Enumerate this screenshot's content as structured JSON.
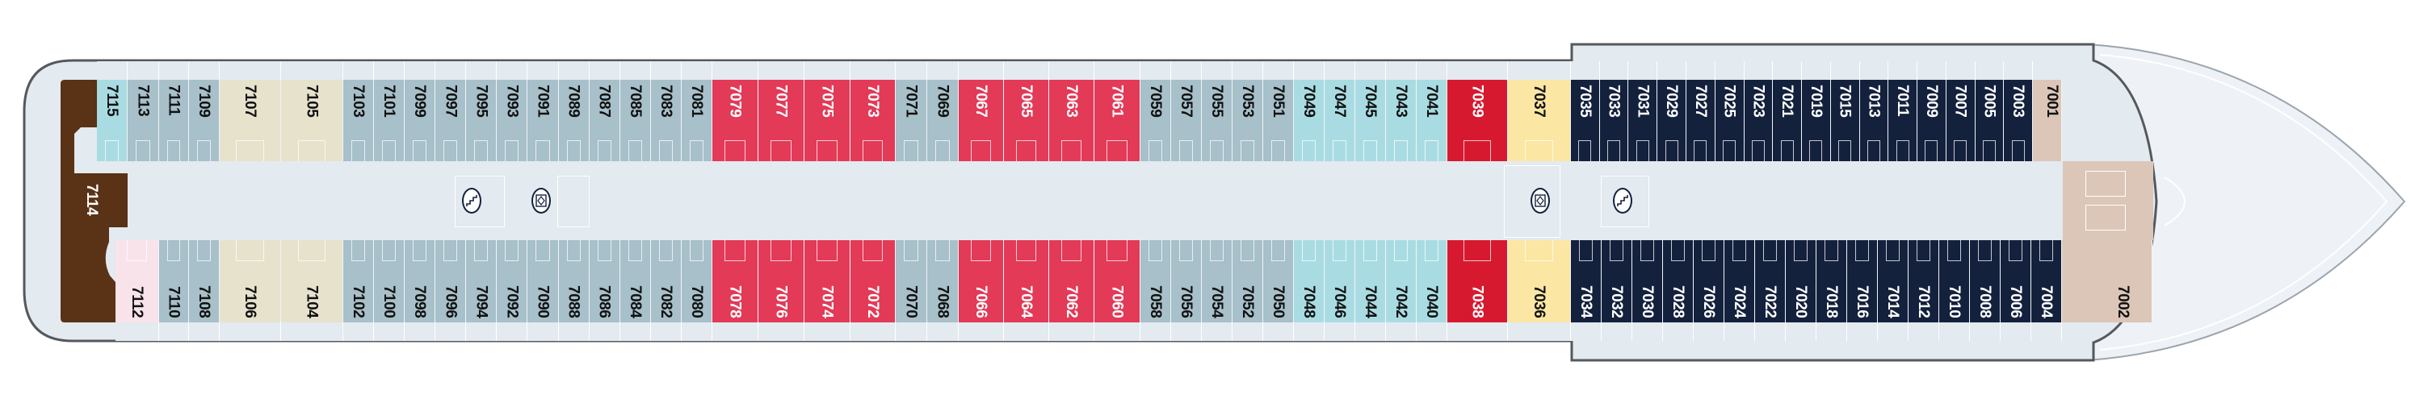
{
  "deck": {
    "category_colors": {
      "grey": "#a7c0ca",
      "lightblue": "#a9dce2",
      "beige": "#e6e2cc",
      "red": "#e23a57",
      "brightred": "#d7192f",
      "yellow": "#fbe6a3",
      "navy": "#14213d",
      "tan": "#dcc6b8",
      "pink": "#f9e3ea",
      "brown": "#5a3216"
    },
    "stern_suite": {
      "number": "7114",
      "category": "brown"
    },
    "top_row": [
      {
        "number": "7115",
        "category": "lightblue"
      },
      {
        "number": "7113",
        "category": "grey"
      },
      {
        "number": "7111",
        "category": "grey"
      },
      {
        "number": "7109",
        "category": "grey"
      },
      {
        "number": "7107",
        "category": "beige"
      },
      {
        "number": "7105",
        "category": "beige"
      },
      {
        "number": "7103",
        "category": "grey"
      },
      {
        "number": "7101",
        "category": "grey"
      },
      {
        "number": "7099",
        "category": "grey"
      },
      {
        "number": "7097",
        "category": "grey"
      },
      {
        "number": "7095",
        "category": "grey"
      },
      {
        "number": "7093",
        "category": "grey"
      },
      {
        "number": "7091",
        "category": "grey"
      },
      {
        "number": "7089",
        "category": "grey"
      },
      {
        "number": "7087",
        "category": "grey"
      },
      {
        "number": "7085",
        "category": "grey"
      },
      {
        "number": "7083",
        "category": "grey"
      },
      {
        "number": "7081",
        "category": "grey"
      },
      {
        "number": "7079",
        "category": "red"
      },
      {
        "number": "7077",
        "category": "red"
      },
      {
        "number": "7075",
        "category": "red"
      },
      {
        "number": "7073",
        "category": "red"
      },
      {
        "number": "7071",
        "category": "grey"
      },
      {
        "number": "7069",
        "category": "grey"
      },
      {
        "number": "7067",
        "category": "red"
      },
      {
        "number": "7065",
        "category": "red"
      },
      {
        "number": "7063",
        "category": "red"
      },
      {
        "number": "7061",
        "category": "red"
      },
      {
        "number": "7059",
        "category": "grey"
      },
      {
        "number": "7057",
        "category": "grey"
      },
      {
        "number": "7055",
        "category": "grey"
      },
      {
        "number": "7053",
        "category": "grey"
      },
      {
        "number": "7051",
        "category": "grey"
      },
      {
        "number": "7049",
        "category": "lightblue"
      },
      {
        "number": "7047",
        "category": "lightblue"
      },
      {
        "number": "7045",
        "category": "lightblue"
      },
      {
        "number": "7043",
        "category": "lightblue"
      },
      {
        "number": "7041",
        "category": "lightblue"
      },
      {
        "number": "7039",
        "category": "brightred"
      },
      {
        "number": "7037",
        "category": "yellow"
      },
      {
        "number": "7035",
        "category": "navy"
      },
      {
        "number": "7033",
        "category": "navy"
      },
      {
        "number": "7031",
        "category": "navy"
      },
      {
        "number": "7029",
        "category": "navy"
      },
      {
        "number": "7027",
        "category": "navy"
      },
      {
        "number": "7025",
        "category": "navy"
      },
      {
        "number": "7023",
        "category": "navy"
      },
      {
        "number": "7021",
        "category": "navy"
      },
      {
        "number": "7019",
        "category": "navy"
      },
      {
        "number": "7015",
        "category": "navy"
      },
      {
        "number": "7013",
        "category": "navy"
      },
      {
        "number": "7011",
        "category": "navy"
      },
      {
        "number": "7009",
        "category": "navy"
      },
      {
        "number": "7007",
        "category": "navy"
      },
      {
        "number": "7005",
        "category": "navy"
      },
      {
        "number": "7003",
        "category": "navy"
      },
      {
        "number": "7001",
        "category": "tan"
      }
    ],
    "bottom_row": [
      {
        "number": "7112",
        "category": "pink"
      },
      {
        "number": "7110",
        "category": "grey"
      },
      {
        "number": "7108",
        "category": "grey"
      },
      {
        "number": "7106",
        "category": "beige"
      },
      {
        "number": "7104",
        "category": "beige"
      },
      {
        "number": "7102",
        "category": "grey"
      },
      {
        "number": "7100",
        "category": "grey"
      },
      {
        "number": "7098",
        "category": "grey"
      },
      {
        "number": "7096",
        "category": "grey"
      },
      {
        "number": "7094",
        "category": "grey"
      },
      {
        "number": "7092",
        "category": "grey"
      },
      {
        "number": "7090",
        "category": "grey"
      },
      {
        "number": "7088",
        "category": "grey"
      },
      {
        "number": "7086",
        "category": "grey"
      },
      {
        "number": "7084",
        "category": "grey"
      },
      {
        "number": "7082",
        "category": "grey"
      },
      {
        "number": "7080",
        "category": "grey"
      },
      {
        "number": "7078",
        "category": "red"
      },
      {
        "number": "7076",
        "category": "red"
      },
      {
        "number": "7074",
        "category": "red"
      },
      {
        "number": "7072",
        "category": "red"
      },
      {
        "number": "7070",
        "category": "grey"
      },
      {
        "number": "7068",
        "category": "grey"
      },
      {
        "number": "7066",
        "category": "red"
      },
      {
        "number": "7064",
        "category": "red"
      },
      {
        "number": "7062",
        "category": "red"
      },
      {
        "number": "7060",
        "category": "red"
      },
      {
        "number": "7058",
        "category": "grey"
      },
      {
        "number": "7056",
        "category": "grey"
      },
      {
        "number": "7054",
        "category": "grey"
      },
      {
        "number": "7052",
        "category": "grey"
      },
      {
        "number": "7050",
        "category": "grey"
      },
      {
        "number": "7048",
        "category": "lightblue"
      },
      {
        "number": "7046",
        "category": "lightblue"
      },
      {
        "number": "7044",
        "category": "lightblue"
      },
      {
        "number": "7042",
        "category": "lightblue"
      },
      {
        "number": "7040",
        "category": "lightblue"
      },
      {
        "number": "7038",
        "category": "brightred"
      },
      {
        "number": "7036",
        "category": "yellow"
      },
      {
        "number": "7034",
        "category": "navy"
      },
      {
        "number": "7032",
        "category": "navy"
      },
      {
        "number": "7030",
        "category": "navy"
      },
      {
        "number": "7028",
        "category": "navy"
      },
      {
        "number": "7026",
        "category": "navy"
      },
      {
        "number": "7024",
        "category": "navy"
      },
      {
        "number": "7022",
        "category": "navy"
      },
      {
        "number": "7020",
        "category": "navy"
      },
      {
        "number": "7018",
        "category": "navy"
      },
      {
        "number": "7016",
        "category": "navy"
      },
      {
        "number": "7014",
        "category": "navy"
      },
      {
        "number": "7012",
        "category": "navy"
      },
      {
        "number": "7010",
        "category": "navy"
      },
      {
        "number": "7008",
        "category": "navy"
      },
      {
        "number": "7006",
        "category": "navy"
      },
      {
        "number": "7004",
        "category": "navy"
      },
      {
        "number": "7002",
        "category": "tan"
      }
    ],
    "icons": {
      "aft_stairs": "stairs-icon",
      "aft_elevator": "elevator-icon",
      "forward_elevator": "elevator-icon",
      "forward_stairs": "stairs-icon"
    }
  }
}
